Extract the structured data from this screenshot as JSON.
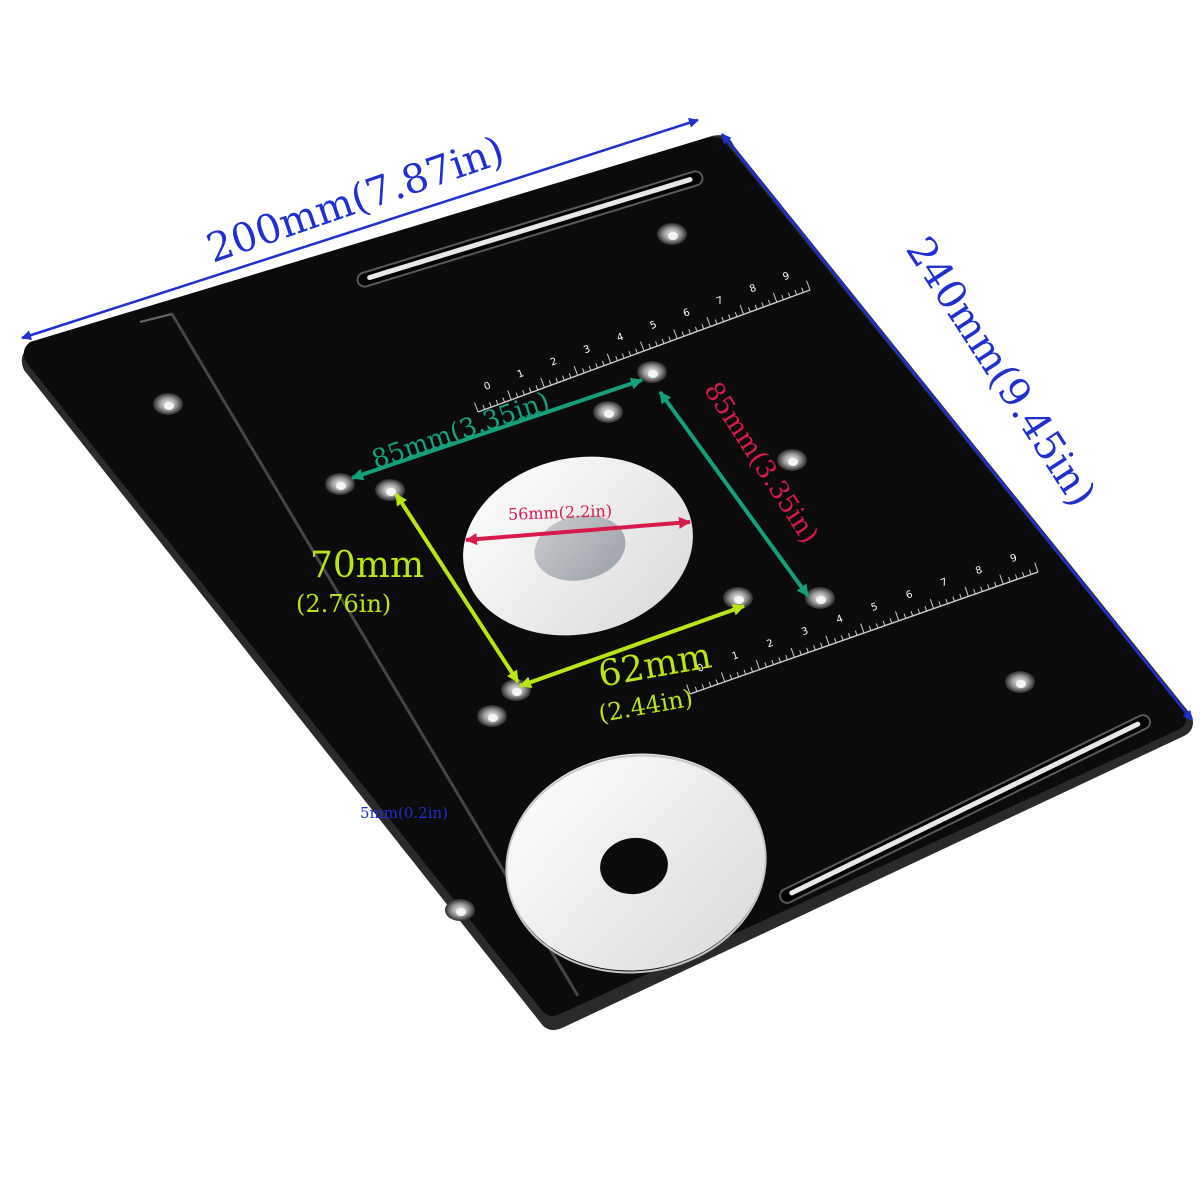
{
  "colors": {
    "background": "#ffffff",
    "plate": "#0b0b0c",
    "plate_edge": "#3a3a3c",
    "ring": "#ededed",
    "dimension_blue": "#1f2fd0",
    "dimension_teal": "#14a07a",
    "dimension_crimson": "#d81a4a",
    "dimension_lime": "#b8e614"
  },
  "dimensions": {
    "width": "200mm(7.87in)",
    "height": "240mm(9.45in)",
    "thickness": "5mm(0.2in)",
    "hole_spacing_horizontal": "85mm(3.35in)",
    "hole_spacing_vertical": "85mm(3.35in)",
    "center_hole": "56mm(2.2in)",
    "inner_vertical_mm": "70mm",
    "inner_vertical_in": "(2.76in)",
    "inner_horizontal_mm": "62mm",
    "inner_horizontal_in": "(2.44in)"
  },
  "rulers": {
    "top_numbers": [
      "0",
      "1",
      "2",
      "3",
      "4",
      "5",
      "6",
      "7",
      "8",
      "9"
    ],
    "right_numbers": [
      "0",
      "1",
      "2",
      "3",
      "4",
      "5",
      "6",
      "7",
      "8",
      "9"
    ]
  },
  "icons": [
    "countersunk-screw-hole-icon",
    "reducing-ring-icon",
    "router-plate-icon"
  ]
}
